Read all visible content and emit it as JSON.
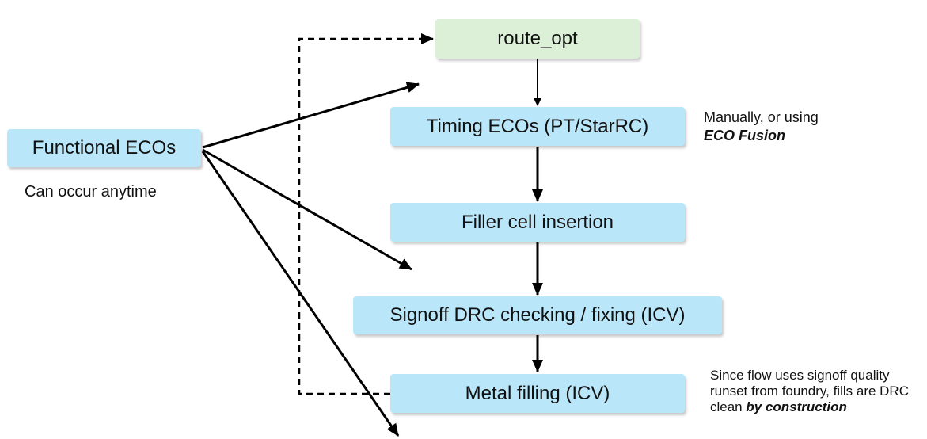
{
  "nodes": {
    "route_opt": "route_opt",
    "timing_ecos": "Timing ECOs (PT/StarRC)",
    "filler": "Filler cell insertion",
    "signoff_drc": "Signoff DRC checking / fixing (ICV)",
    "metal_fill": "Metal filling (ICV)",
    "functional_ecos": "Functional ECOs"
  },
  "notes": {
    "anytime": "Can occur anytime",
    "timing_note_line1": "Manually, or using",
    "timing_note_bold": "ECO Fusion",
    "fill_note_line1": "Since flow uses signoff quality",
    "fill_note_line2": "runset from foundry, fills are DRC",
    "fill_note_line3": "clean ",
    "fill_note_bold": "by construction"
  },
  "colors": {
    "box_blue": "#b9e6f9",
    "box_green": "#dcf0d8",
    "arrow": "#000000"
  }
}
